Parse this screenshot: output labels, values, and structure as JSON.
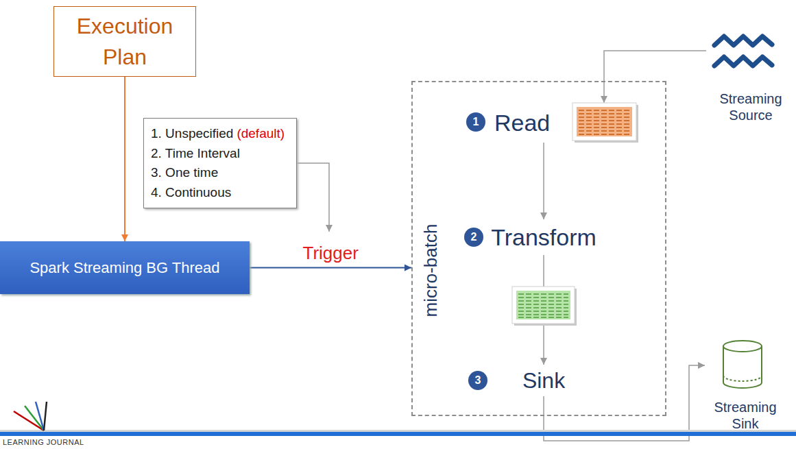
{
  "diagram": {
    "nodes": [
      {
        "text": [
          "Execution Plan"
        ]
      },
      {
        "text": [
          "1. Unspecified",
          "(default)",
          "2. Time Interval",
          "3. One time",
          "4. Continuous"
        ]
      },
      {
        "text": [
          "Spark Streaming BG Thread"
        ]
      },
      {
        "text": [
          "micro-batch"
        ]
      },
      {
        "text": [
          "Read"
        ],
        "in": 3
      },
      {
        "text": [
          "Transform"
        ],
        "in": 3
      },
      {
        "text": [
          "Sink"
        ],
        "in": 3
      },
      {
        "text": [
          "Streaming Source"
        ]
      },
      {
        "text": [
          "Streaming Sink"
        ]
      }
    ],
    "edges": [
      {
        "from": 0,
        "to": 2,
        "arrow": "to"
      },
      {
        "from": 2,
        "to": 3,
        "label": "Trigger",
        "arrow": "to"
      },
      {
        "from": 7,
        "to": 4,
        "arrow": "to"
      },
      {
        "from": 4,
        "to": 5,
        "arrow": "to"
      },
      {
        "from": 5,
        "to": 6,
        "arrow": "to"
      },
      {
        "from": 6,
        "to": 8,
        "arrow": "to"
      }
    ],
    "labels": [
      "1",
      "2",
      "3",
      "LEARNING JOURNAL"
    ]
  }
}
